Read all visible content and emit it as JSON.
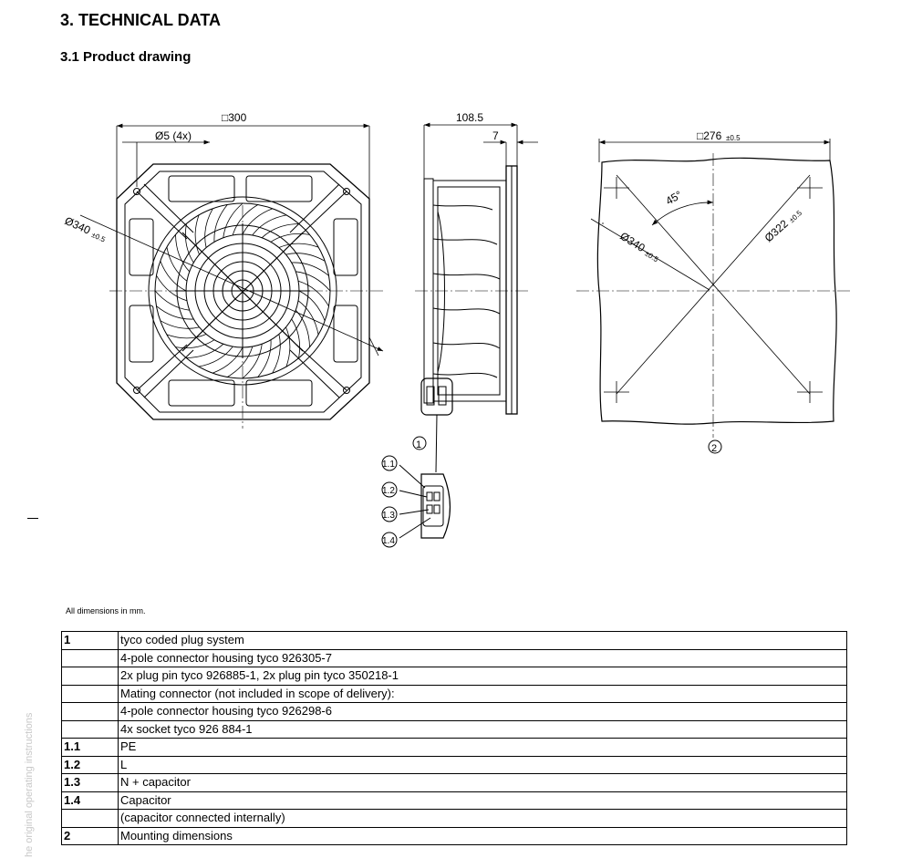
{
  "section": {
    "title": "3. TECHNICAL DATA",
    "subtitle": "3.1 Product drawing"
  },
  "front_view": {
    "dim_width": "□300",
    "dim_holes": "Ø5 (4x)",
    "dim_diameter": "Ø340",
    "dim_diameter_tol": "±0.5"
  },
  "side_view": {
    "dim_depth": "108.5",
    "dim_flange": "7",
    "callout": "1",
    "connector_labels": [
      "1.1",
      "1.2",
      "1.3",
      "1.4"
    ]
  },
  "mounting_view": {
    "dim_square": "□276",
    "dim_square_tol": "±0.5",
    "dim_angle": "45°",
    "dim_diameter": "Ø340",
    "dim_diameter_tol": "±0.5",
    "dim_cutout": "Ø322",
    "dim_cutout_tol": "±0.5",
    "callout": "2"
  },
  "note": "All dimensions in mm.",
  "side_text": "he original operating instructions",
  "legend": [
    {
      "key": "1",
      "text": "tyco coded plug system"
    },
    {
      "key": "",
      "text": "4-pole connector housing tyco 926305-7"
    },
    {
      "key": "",
      "text": "2x plug pin tyco 926885-1, 2x plug pin tyco 350218-1"
    },
    {
      "key": "",
      "text": "Mating connector (not included in scope of delivery):"
    },
    {
      "key": "",
      "text": "4-pole connector housing tyco 926298-6"
    },
    {
      "key": "",
      "text": "4x socket tyco 926 884-1"
    },
    {
      "key": "1.1",
      "text": "PE"
    },
    {
      "key": "1.2",
      "text": "L"
    },
    {
      "key": "1.3",
      "text": "N + capacitor"
    },
    {
      "key": "1.4",
      "text": "Capacitor"
    },
    {
      "key": "",
      "text": "(capacitor connected internally)"
    },
    {
      "key": "2",
      "text": "Mounting dimensions"
    }
  ]
}
